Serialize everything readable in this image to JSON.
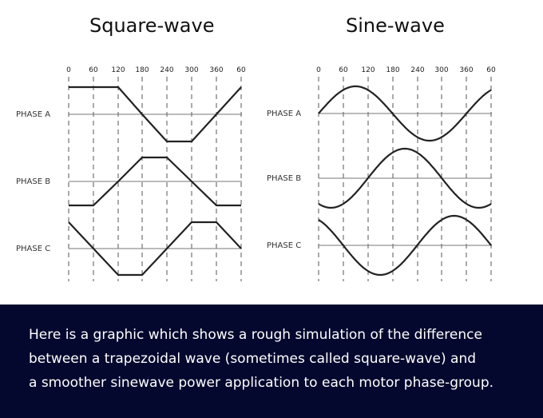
{
  "titles": {
    "square": "Square-wave",
    "sine": "Sine-wave"
  },
  "tick_labels": [
    "0",
    "60",
    "120",
    "180",
    "240",
    "300",
    "360",
    "60"
  ],
  "phases": [
    "PHASE A",
    "PHASE B",
    "PHASE C"
  ],
  "caption": {
    "line1": "Here is a graphic  which shows a rough simulation of the difference",
    "line2": "between a trapezoidal wave (sometimes called square-wave) and",
    "line3": "a smoother sinewave power application to each motor phase-group."
  },
  "chart_data": [
    {
      "type": "line",
      "title": "Square-wave",
      "x_label_ticks": [
        "0",
        "60",
        "120",
        "180",
        "240",
        "300",
        "360",
        "60"
      ],
      "x": [
        0,
        60,
        120,
        180,
        240,
        300,
        360,
        420
      ],
      "series": [
        {
          "name": "PHASE A",
          "values": [
            1,
            1,
            1,
            0,
            -1,
            -1,
            0,
            1
          ]
        },
        {
          "name": "PHASE B",
          "values": [
            -1,
            -1,
            0,
            1,
            1,
            0,
            -1,
            -1
          ]
        },
        {
          "name": "PHASE C",
          "values": [
            1,
            0,
            -1,
            -1,
            0,
            1,
            1,
            0
          ]
        }
      ],
      "ylim": [
        -1,
        1
      ]
    },
    {
      "type": "line",
      "title": "Sine-wave",
      "x_label_ticks": [
        "0",
        "60",
        "120",
        "180",
        "240",
        "300",
        "360",
        "60"
      ],
      "x_range": [
        0,
        420
      ],
      "series": [
        {
          "name": "PHASE A",
          "phase_shift_deg": 0
        },
        {
          "name": "PHASE B",
          "phase_shift_deg": 120
        },
        {
          "name": "PHASE C",
          "phase_shift_deg": 240
        }
      ],
      "ylim": [
        -1,
        1
      ]
    }
  ],
  "colors": {
    "caption_bg": "#05082e",
    "caption_text": "#ffffff",
    "line": "#222222",
    "axis": "#555555"
  }
}
